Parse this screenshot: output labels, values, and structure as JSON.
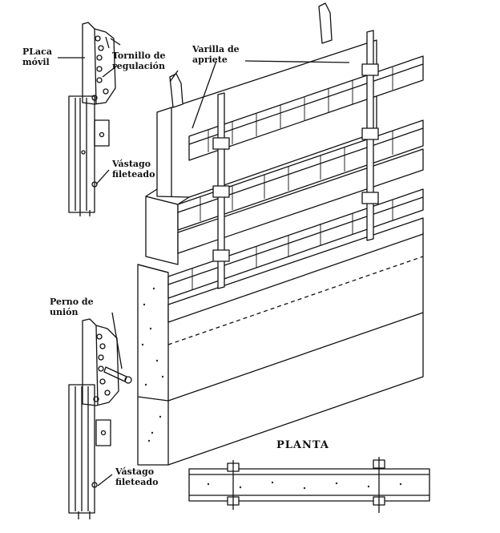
{
  "labels": {
    "placa_movil": "PLaca\nmóvil",
    "tornillo": "Tornillo de\nregulación",
    "varilla": "Varilla de\napriete",
    "vastago_top": "Vástago\nfileteado",
    "perno": "Perno de\nunión",
    "vastago_bottom": "Vástago\nfileteado",
    "planta": "PLANTA"
  },
  "colors": {
    "ink": "#111111",
    "paper": "#ffffff"
  }
}
